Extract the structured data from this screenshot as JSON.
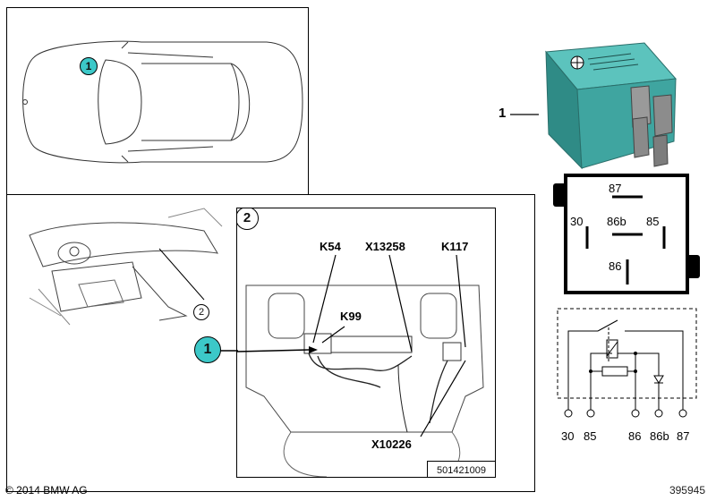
{
  "callouts": {
    "relay_position_number": "1",
    "detail_view_number": "2",
    "dashboard_view_number": "2"
  },
  "relay_part": {
    "item_number": "1",
    "body_color": "#3fa5a0"
  },
  "detail_view": {
    "connectors": {
      "k54": "K54",
      "x13258": "X13258",
      "k117": "K117",
      "k99": "K99",
      "x10226": "X10226"
    },
    "relay_marker": "1",
    "figure_code": "501421009"
  },
  "pin_layout": {
    "pin_87": "87",
    "pin_30": "30",
    "pin_86b": "86b",
    "pin_85": "85",
    "pin_86": "86"
  },
  "schematic": {
    "terminals": [
      "30",
      "85",
      "86",
      "86b",
      "87"
    ]
  },
  "footer": {
    "copyright": "© 2014 BMW AG",
    "diagram_id": "395945"
  },
  "colors": {
    "callout_fill": "#3cc8c8",
    "relay_teal": "#3fa5a0"
  }
}
